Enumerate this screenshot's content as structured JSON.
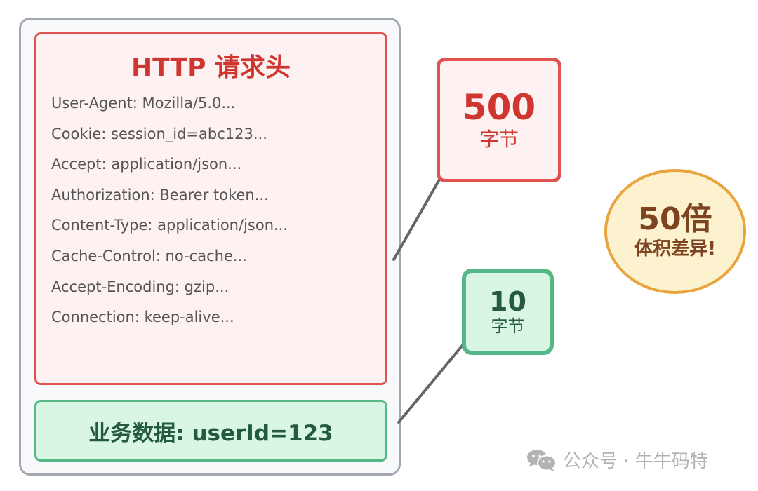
{
  "packet": {
    "headers": {
      "title": "HTTP 请求头",
      "lines": [
        "User-Agent: Mozilla/5.0...",
        "Cookie: session_id=abc123...",
        "Accept: application/json...",
        "Authorization: Bearer token...",
        "Content-Type: application/json...",
        "Cache-Control: no-cache...",
        "Accept-Encoding: gzip...",
        "Connection: keep-alive..."
      ]
    },
    "payload": {
      "label": "业务数据: userId=123"
    }
  },
  "callouts": {
    "headers_size": {
      "value": "500",
      "unit": "字节",
      "color": "#df5450"
    },
    "payload_size": {
      "value": "10",
      "unit": "字节",
      "color": "#55b886"
    }
  },
  "ratio_badge": {
    "value": "50倍",
    "caption": "体积差异!",
    "color": "#e9a43d"
  },
  "watermark": {
    "icon": "wechat-icon",
    "text": "公众号 · 牛牛码特"
  }
}
